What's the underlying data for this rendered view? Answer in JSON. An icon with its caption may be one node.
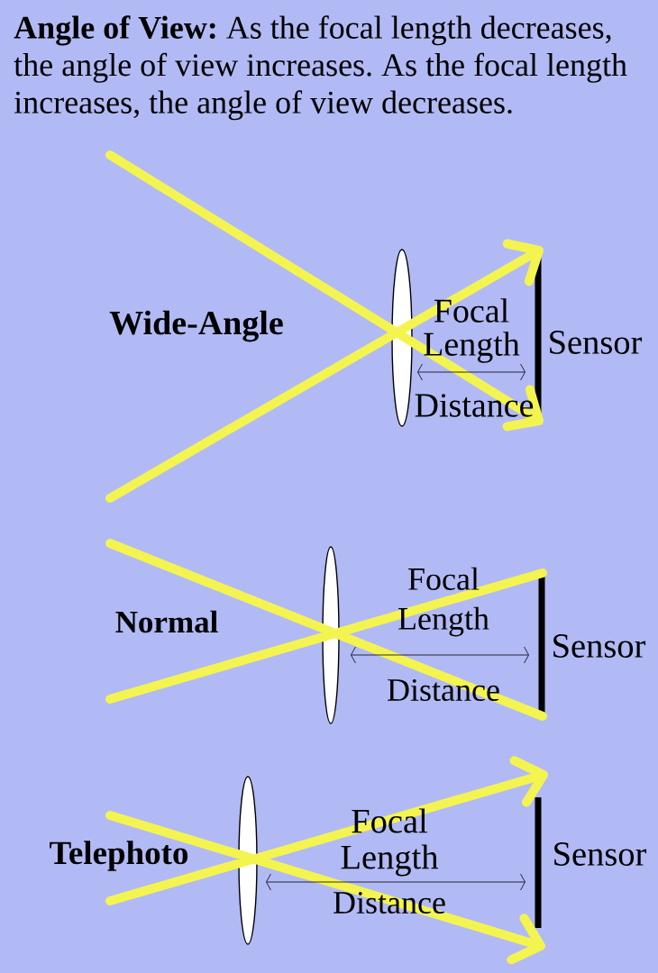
{
  "diagram": {
    "title": "**Angle of View:** As the focal length decreases, the angle of view increases. As the focal length increases, the angle of view decreases.",
    "nodes": [
      {
        "text": [],
        "shape": "ellipse",
        "beside": [
          "Wide-Angle"
        ]
      },
      {
        "text": [],
        "shape": "ellipse",
        "beside": [
          "Normal"
        ]
      },
      {
        "text": [],
        "shape": "ellipse",
        "beside": [
          "Telephoto"
        ]
      }
    ],
    "labels": [
      "Focal Length",
      "Sensor",
      "Distance",
      "Focal Length",
      "Sensor",
      "Distance",
      "Focal Length",
      "Sensor",
      "Distance"
    ]
  }
}
